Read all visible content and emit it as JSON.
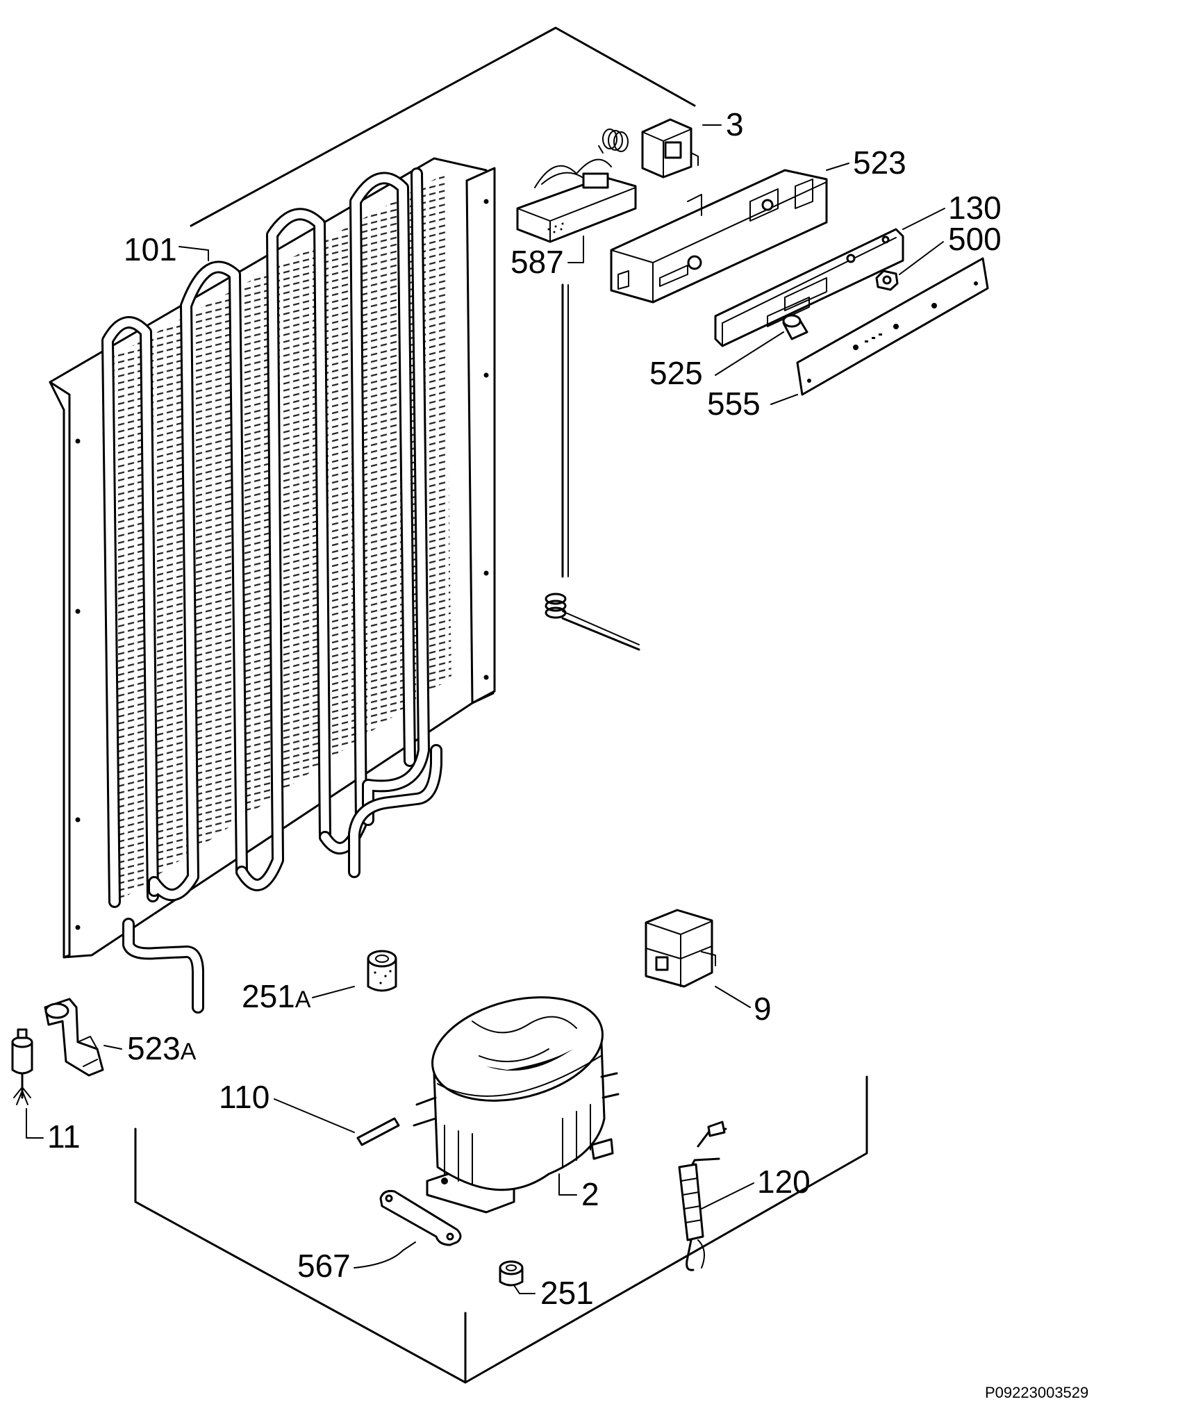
{
  "callouts": {
    "c3": "3",
    "c523": "523",
    "c130": "130",
    "c500": "500",
    "c101": "101",
    "c587": "587",
    "c525": "525",
    "c555": "555",
    "c251a_num": "251",
    "c251a_suffix": "A",
    "c9": "9",
    "c523a_num": "523",
    "c523a_suffix": "A",
    "c110": "110",
    "c11": "11",
    "c2": "2",
    "c120": "120",
    "c567": "567",
    "c251": "251"
  },
  "document_id": "P09223003529"
}
